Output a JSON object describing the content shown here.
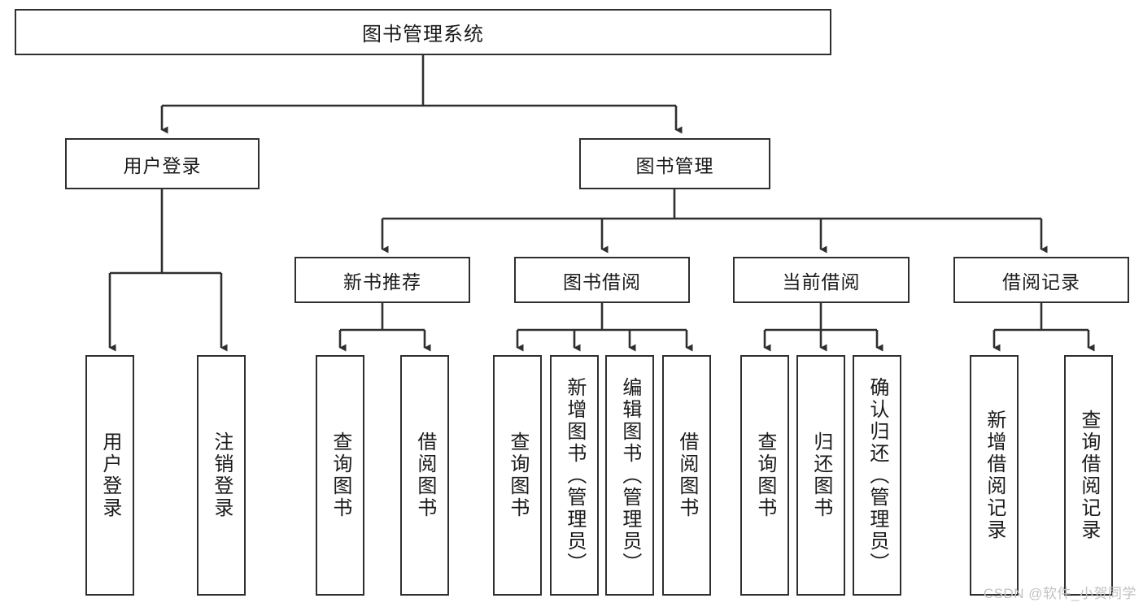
{
  "diagram": {
    "title": "图书管理系统",
    "watermark": "CSDN @软件_小贺同学",
    "stroke_color": "#2f2f2f",
    "background_color": "#ffffff",
    "text_color": "#1a1a1a",
    "watermark_color": "#c2c2c2",
    "type": "tree-hierarchy",
    "levels": 4,
    "nodes": {
      "root": "图书管理系统",
      "level2": [
        "用户登录",
        "图书管理"
      ],
      "level3": [
        "新书推荐",
        "图书借阅",
        "当前借阅",
        "借阅记录"
      ],
      "leaves_user_login": [
        "用户登录",
        "注销登录"
      ],
      "leaves_new_books": [
        "查询图书",
        "借阅图书"
      ],
      "leaves_borrow": [
        "查询图书",
        "新增图书（管理员）",
        "编辑图书（管理员）",
        "借阅图书"
      ],
      "leaves_current": [
        "查询图书",
        "归还图书",
        "确认归还（管理员）"
      ],
      "leaves_records": [
        "新增借阅记录",
        "查询借阅记录"
      ]
    }
  }
}
